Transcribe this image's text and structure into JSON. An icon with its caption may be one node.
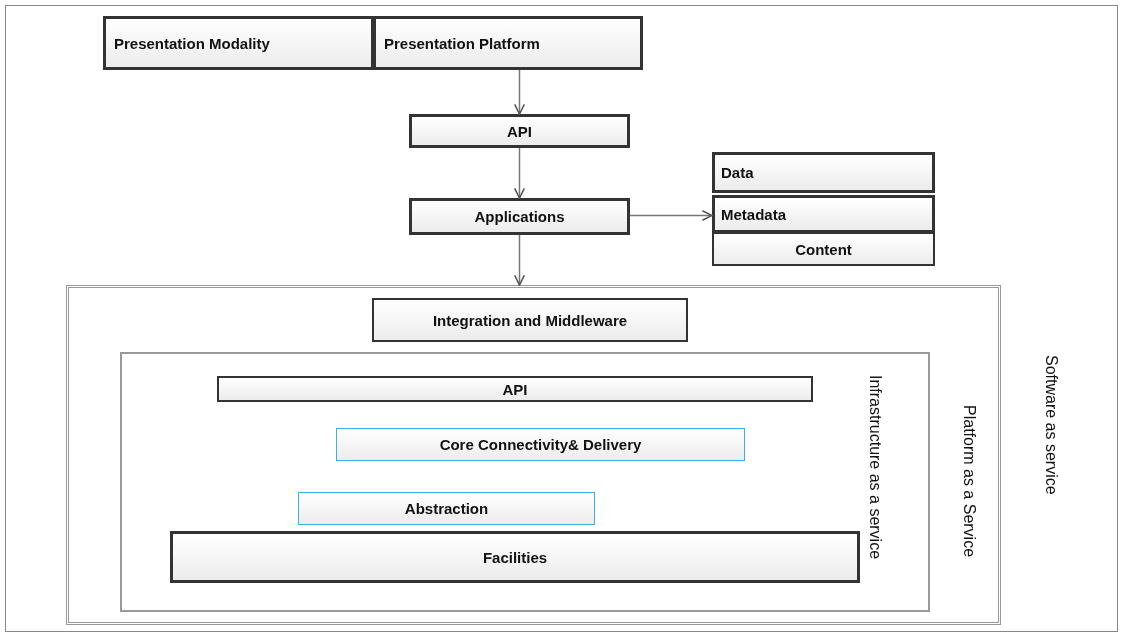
{
  "diagram": {
    "nodes": [
      {
        "text": [
          "Software as service"
        ]
      },
      {
        "text": [
          "Presentation Modality"
        ],
        "in": 0
      },
      {
        "text": [
          "Presentation Platform"
        ],
        "in": 0
      },
      {
        "text": [
          "API"
        ],
        "in": 0
      },
      {
        "text": [
          "Applications"
        ],
        "in": 0
      },
      {
        "text": [
          "Data"
        ],
        "in": 0
      },
      {
        "text": [
          "Metadata"
        ],
        "in": 0
      },
      {
        "text": [
          "Content"
        ],
        "in": 0
      },
      {
        "text": [
          "Platform as a Service"
        ],
        "in": 0
      },
      {
        "text": [
          "Integration and Middleware"
        ],
        "in": 8
      },
      {
        "text": [
          "Infrastructure as a service"
        ],
        "in": 8
      },
      {
        "text": [
          "API"
        ],
        "in": 10
      },
      {
        "text": [
          "Core Connectivity& Delivery"
        ],
        "in": 10
      },
      {
        "text": [
          "Abstraction"
        ],
        "in": 10
      },
      {
        "text": [
          "Facilities"
        ],
        "in": 10
      }
    ],
    "edges": [
      {
        "from": 2,
        "to": 3,
        "arrow": "to"
      },
      {
        "from": 3,
        "to": 4,
        "arrow": "to"
      },
      {
        "from": 4,
        "to": 6,
        "arrow": "to"
      },
      {
        "from": 4,
        "to": 8,
        "arrow": "to"
      }
    ]
  }
}
